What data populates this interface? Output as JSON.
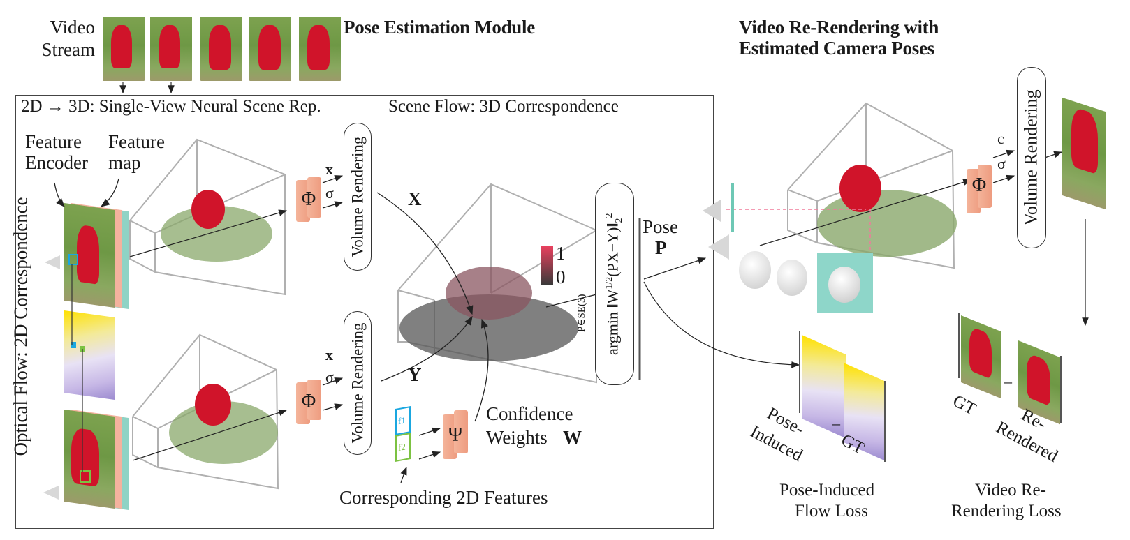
{
  "video_stream": {
    "label_line1": "Video",
    "label_line2": "Stream",
    "frame_count": 5
  },
  "titles": {
    "pose_module": "Pose Estimation Module",
    "rerender_line1": "Video Re-Rendering with",
    "rerender_line2": "Estimated Camera Poses"
  },
  "main_box": {
    "section_2d3d": "2D → 3D: Single-View Neural Scene Rep.",
    "section_sceneflow": "Scene Flow: 3D Correspondence",
    "feature_encoder_line1": "Feature",
    "feature_encoder_line2": "Encoder",
    "feature_map_line1": "Feature",
    "feature_map_line2": "map",
    "optical_flow": "Optical Flow: 2D Correspondence",
    "volume_rendering": "Volume Rendering",
    "phi": "Φ",
    "psi": "Ψ",
    "out_x": "x",
    "out_sigma": "σ",
    "point_X": "X",
    "point_Y": "Y",
    "colorbar_max": "1",
    "colorbar_min": "0",
    "objective_main": "argmin ‖W",
    "objective_sup": "1/2",
    "objective_rest": "(PX−Y)‖",
    "objective_sub2": "2",
    "objective_sup2": "2",
    "objective_under": "P∈SE(3)",
    "pose_line1": "Pose",
    "pose_line2": "P",
    "feat_f1": "f1",
    "feat_f2": "f2",
    "confidence_line1": "Confidence",
    "confidence_line2": "Weights",
    "confidence_symbol": "W",
    "corresponding_features": "Corresponding 2D Features"
  },
  "rerender": {
    "volume_rendering": "Volume Rendering",
    "phi": "Φ",
    "out_c": "c",
    "out_sigma": "σ"
  },
  "losses": {
    "flow_pose_induced_line1": "Pose-",
    "flow_pose_induced_line2": "Induced",
    "flow_gt": "GT",
    "flow_minus": "–",
    "flow_loss_line1": "Pose-Induced",
    "flow_loss_line2": "Flow Loss",
    "render_gt": "GT",
    "render_rerendered_line1": "Re-",
    "render_rerendered_line2": "Rendered",
    "render_minus": "–",
    "render_loss_line1": "Video Re-",
    "render_loss_line2": "Rendering Loss"
  },
  "colors": {
    "hydrant": "#d0142a",
    "mlp": "#f0a78c",
    "feature_pink": "#f4b29e",
    "feature_teal": "#8fd3c5",
    "f1_blue": "#1aa7e0",
    "f2_green": "#7cc242",
    "cone_teal": "#8ed6c9",
    "pink_dashed": "#f07a9a"
  }
}
